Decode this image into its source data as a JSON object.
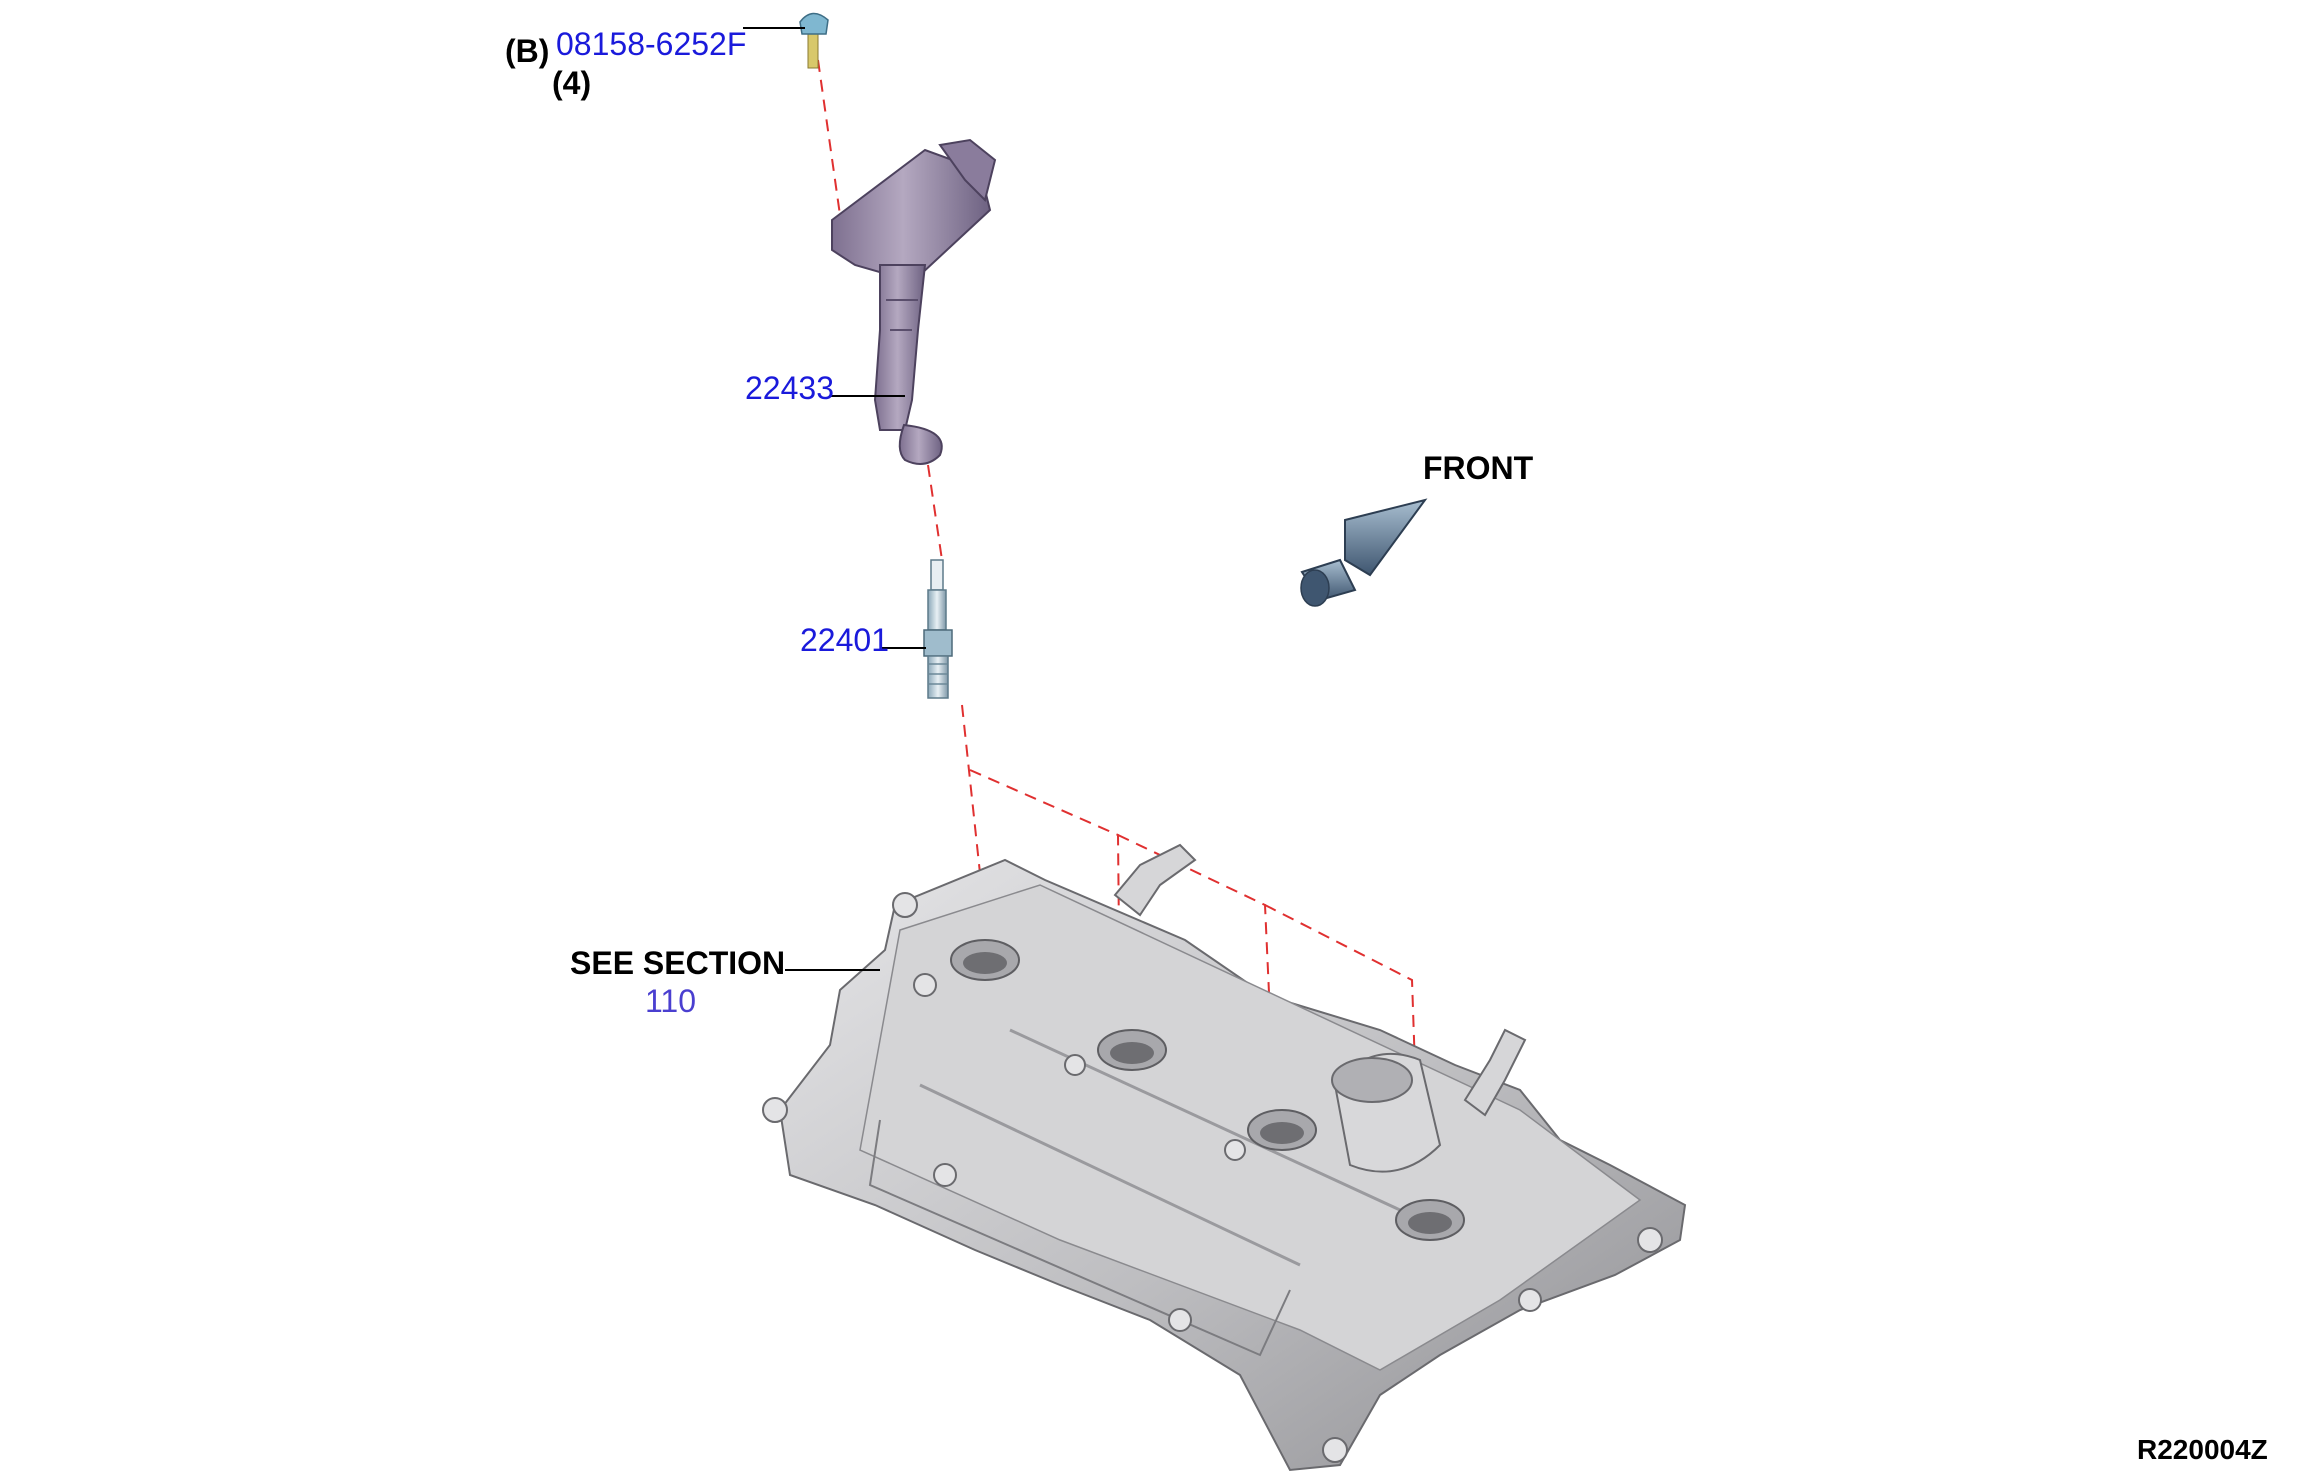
{
  "callouts": {
    "bolt_part_no": "08158-6252F",
    "bolt_tag": "(B)",
    "bolt_qty": "(4)",
    "coil_part_no": "22433",
    "plug_part_no": "22401",
    "see_section": "SEE SECTION",
    "section_no": "110"
  },
  "direction_label": "FRONT",
  "figure_code": "R220004Z",
  "colors": {
    "part_number": "#1a1adb",
    "section_number": "#4a3fd0",
    "guide_line": "#e03030",
    "coil_body": "#9a8ca8",
    "arrow_body": "#5a7590",
    "cover_body": "#c2c2c4"
  }
}
